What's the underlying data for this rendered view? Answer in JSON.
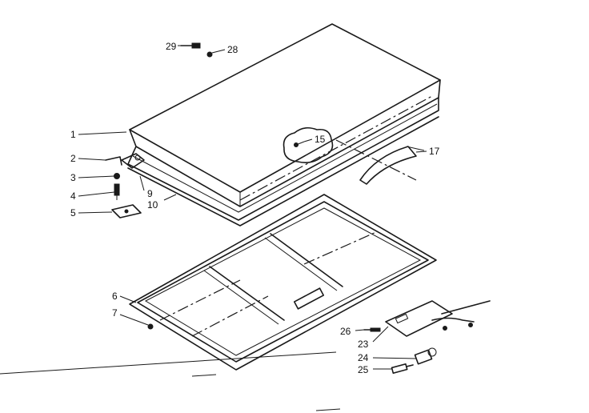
{
  "callouts": {
    "c1": "1",
    "c2": "2",
    "c3": "3",
    "c4": "4",
    "c5": "5",
    "c6": "6",
    "c7": "7",
    "c9": "9",
    "c10": "10",
    "c15": "15",
    "c17": "17",
    "c23": "23",
    "c24": "24",
    "c25": "25",
    "c26": "26",
    "c28": "28",
    "c29": "29"
  }
}
